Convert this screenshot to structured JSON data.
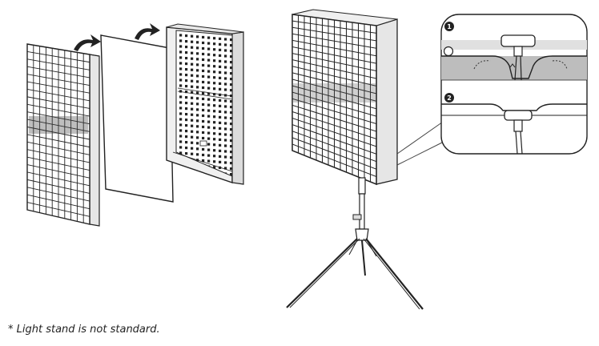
{
  "footnote": "* Light stand is not standard.",
  "steps": [
    {
      "number": "1"
    },
    {
      "number": "2"
    }
  ],
  "colors": {
    "line": "#222222",
    "frame_side": "#e6e6e6",
    "grey_band": "#bdbdbd",
    "arrow": "#222222"
  },
  "icons": [
    "arrow-icon",
    "arrow-icon",
    "magnifier-callout"
  ]
}
